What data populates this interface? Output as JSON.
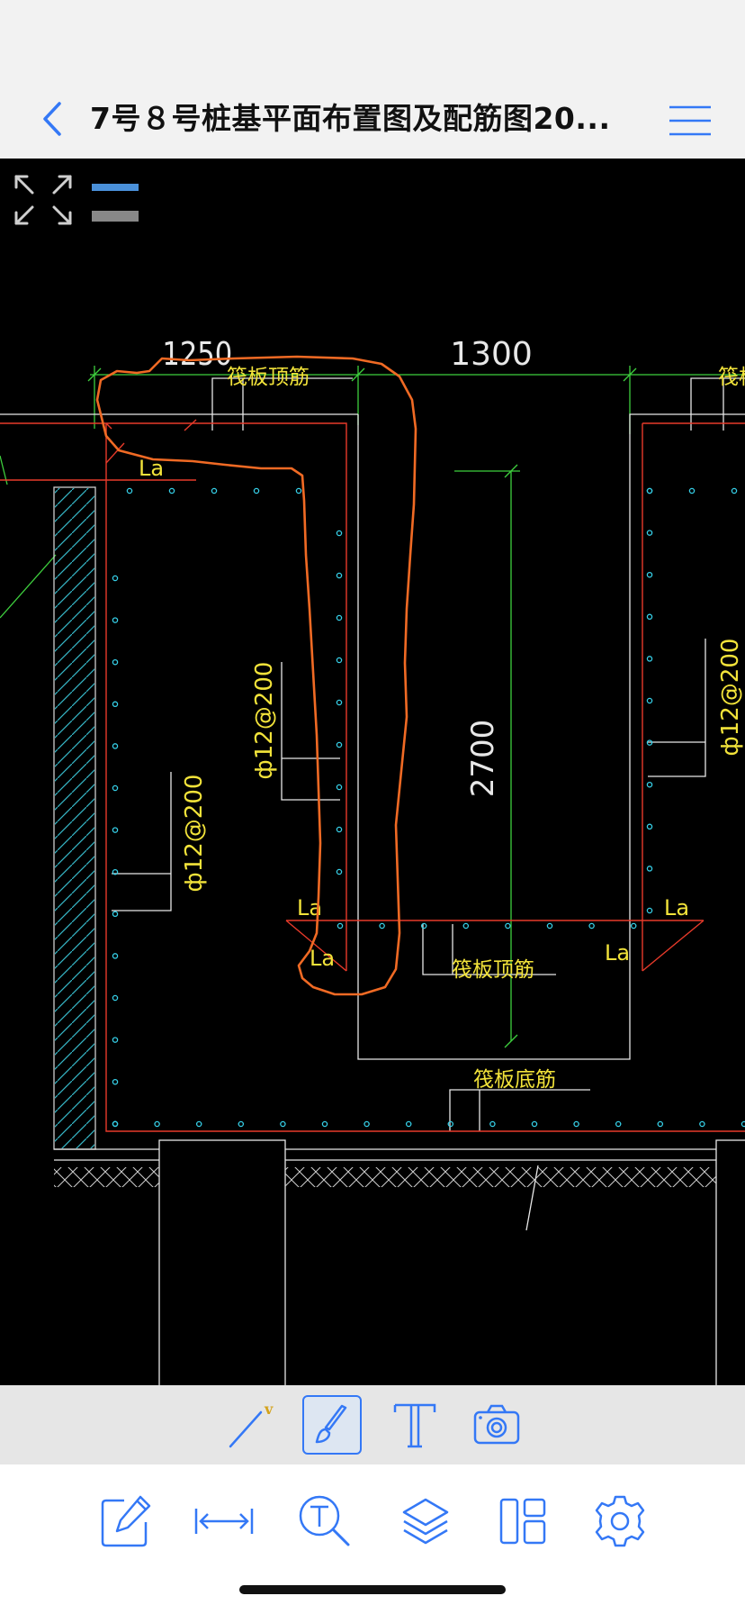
{
  "header": {
    "title": "7号８号桩基平面布置图及配筋图20..."
  },
  "drawing": {
    "dims": {
      "dim_1250": "1250",
      "dim_1300": "1300",
      "dim_2700": "2700"
    },
    "labels": {
      "raft_top_rebar": "筏板顶筋",
      "raft_top_rebar_partial": "筏板",
      "raft_bottom_rebar": "筏板底筋",
      "rebar_spec": "ф12@200",
      "la": "La"
    }
  },
  "icons": {
    "back": "chevron-left-icon",
    "menu": "hamburger-menu-icon",
    "fullscreen": "expand-arrows-icon",
    "layer_color_1": "#4a90d9",
    "layer_color_2": "#888888"
  },
  "toolbar_top": [
    {
      "name": "line-tool",
      "icon": "pen-line-icon"
    },
    {
      "name": "brush-tool",
      "icon": "brush-icon",
      "selected": true
    },
    {
      "name": "text-tool",
      "icon": "text-icon"
    },
    {
      "name": "camera-tool",
      "icon": "camera-icon"
    }
  ],
  "toolbar_bottom": [
    {
      "name": "annotate",
      "icon": "edit-note-icon"
    },
    {
      "name": "measure",
      "icon": "measure-icon"
    },
    {
      "name": "text-search",
      "icon": "text-search-icon"
    },
    {
      "name": "layers",
      "icon": "layers-icon"
    },
    {
      "name": "layout",
      "icon": "layout-icon"
    },
    {
      "name": "settings",
      "icon": "gear-icon"
    }
  ],
  "colors": {
    "accent": "#3478f6",
    "dim_green": "#3ecf3e",
    "rebar_red": "#e83a2a",
    "label_yellow": "#f2e33a",
    "dot_cyan": "#36d0e8",
    "markup_orange": "#f06a24"
  }
}
